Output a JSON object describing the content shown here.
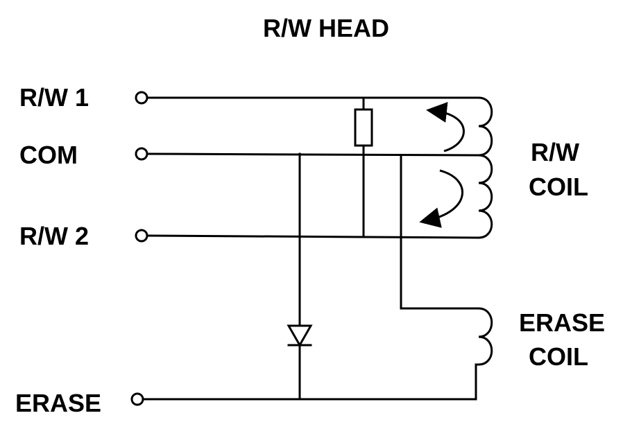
{
  "title": "R/W HEAD",
  "terminals": {
    "rw1": "R/W 1",
    "com": "COM",
    "rw2": "R/W 2",
    "erase": "ERASE"
  },
  "coils": {
    "rw_coil_line1": "R/W",
    "rw_coil_line2": "COIL",
    "erase_coil_line1": "ERASE",
    "erase_coil_line2": "COIL"
  }
}
